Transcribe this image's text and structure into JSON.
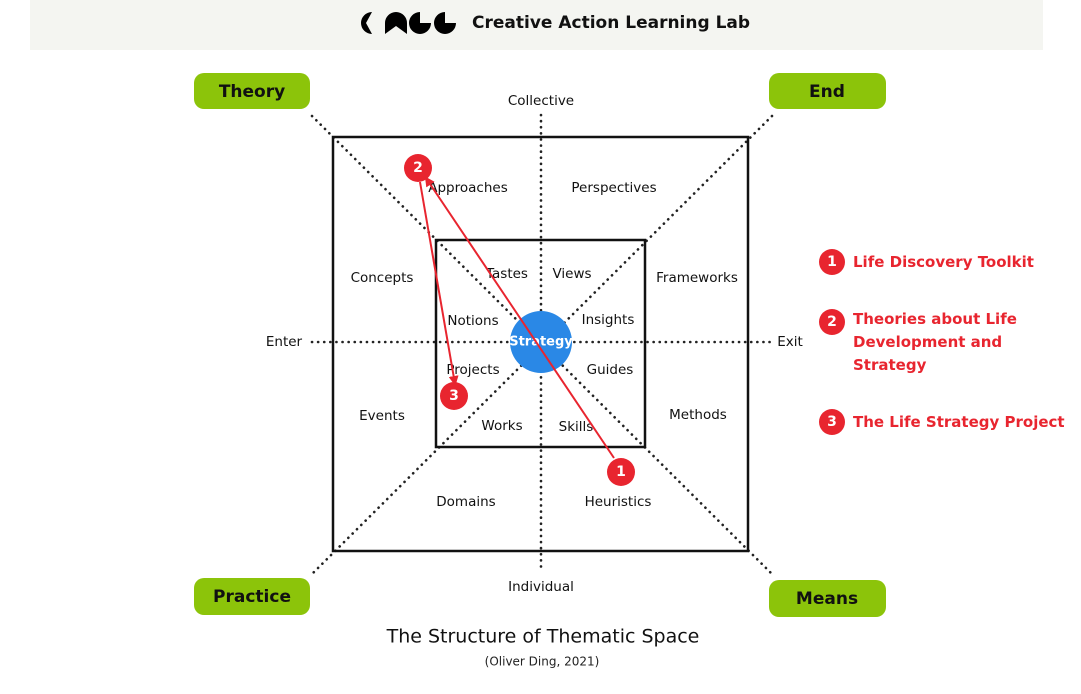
{
  "header": {
    "logo_text": "CALL",
    "title": "Creative Action Learning Lab"
  },
  "corners": {
    "top_left": "Theory",
    "top_right": "End",
    "bottom_left": "Practice",
    "bottom_right": "Means"
  },
  "axes": {
    "top": "Collective",
    "bottom": "Individual",
    "left": "Enter",
    "right": "Exit"
  },
  "outer": {
    "approaches": "Approaches",
    "perspectives": "Perspectives",
    "concepts": "Concepts",
    "frameworks": "Frameworks",
    "events": "Events",
    "methods": "Methods",
    "domains": "Domains",
    "heuristics": "Heuristics"
  },
  "inner": {
    "tastes": "Tastes",
    "views": "Views",
    "notions": "Notions",
    "insights": "Insights",
    "projects": "Projects",
    "guides": "Guides",
    "works": "Works",
    "skills": "Skills"
  },
  "center": "Strategy",
  "markers": [
    "1",
    "2",
    "3"
  ],
  "legend": [
    {
      "num": "1",
      "lines": [
        "Life Discovery Toolkit"
      ]
    },
    {
      "num": "2",
      "lines": [
        "Theories about Life",
        "Development and",
        "Strategy"
      ]
    },
    {
      "num": "3",
      "lines": [
        "The Life Strategy Project"
      ]
    }
  ],
  "caption": {
    "title": "The Structure of Thematic Space",
    "credit": "(Oliver Ding, 2021)"
  },
  "colors": {
    "green": "#8cc40a",
    "blue": "#2a88e6",
    "red": "#e8252f"
  }
}
